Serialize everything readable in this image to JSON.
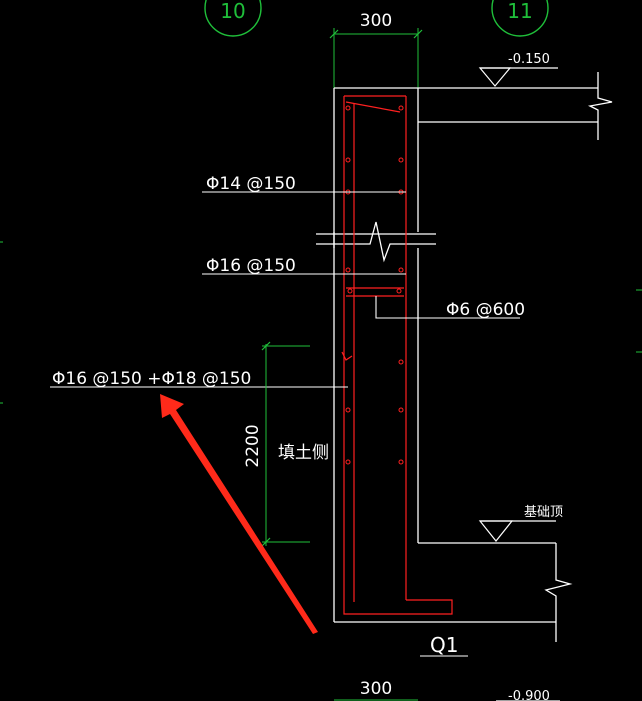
{
  "grid_labels": {
    "left": "10",
    "right": "11"
  },
  "dimensions": {
    "top_width": "300",
    "bottom_width": "300",
    "height": "2200"
  },
  "elevations": {
    "top": "-0.150",
    "foundation_top": "基础顶",
    "bottom": "-0.900"
  },
  "rebar_labels": {
    "upper_horizontal": "Φ14 @150",
    "middle_horizontal": "Φ16 @150",
    "lower_main": "Φ16 @150 +Φ18 @150",
    "tie": "Φ6 @600"
  },
  "notes": {
    "fill_side": "填土侧"
  },
  "wall_id": "Q1",
  "colors": {
    "background": "#000000",
    "line": "#ffffff",
    "rebar": "#ff2020",
    "dimension": "#1fbf3a",
    "arrow": "#ff2a1a"
  }
}
